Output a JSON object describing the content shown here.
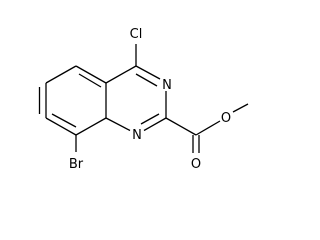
{
  "molecule": {
    "atoms": {
      "cl": "Cl",
      "n3": "N",
      "n1": "N",
      "br": "Br",
      "o_carbonyl": "O",
      "o_ester": "O"
    }
  }
}
